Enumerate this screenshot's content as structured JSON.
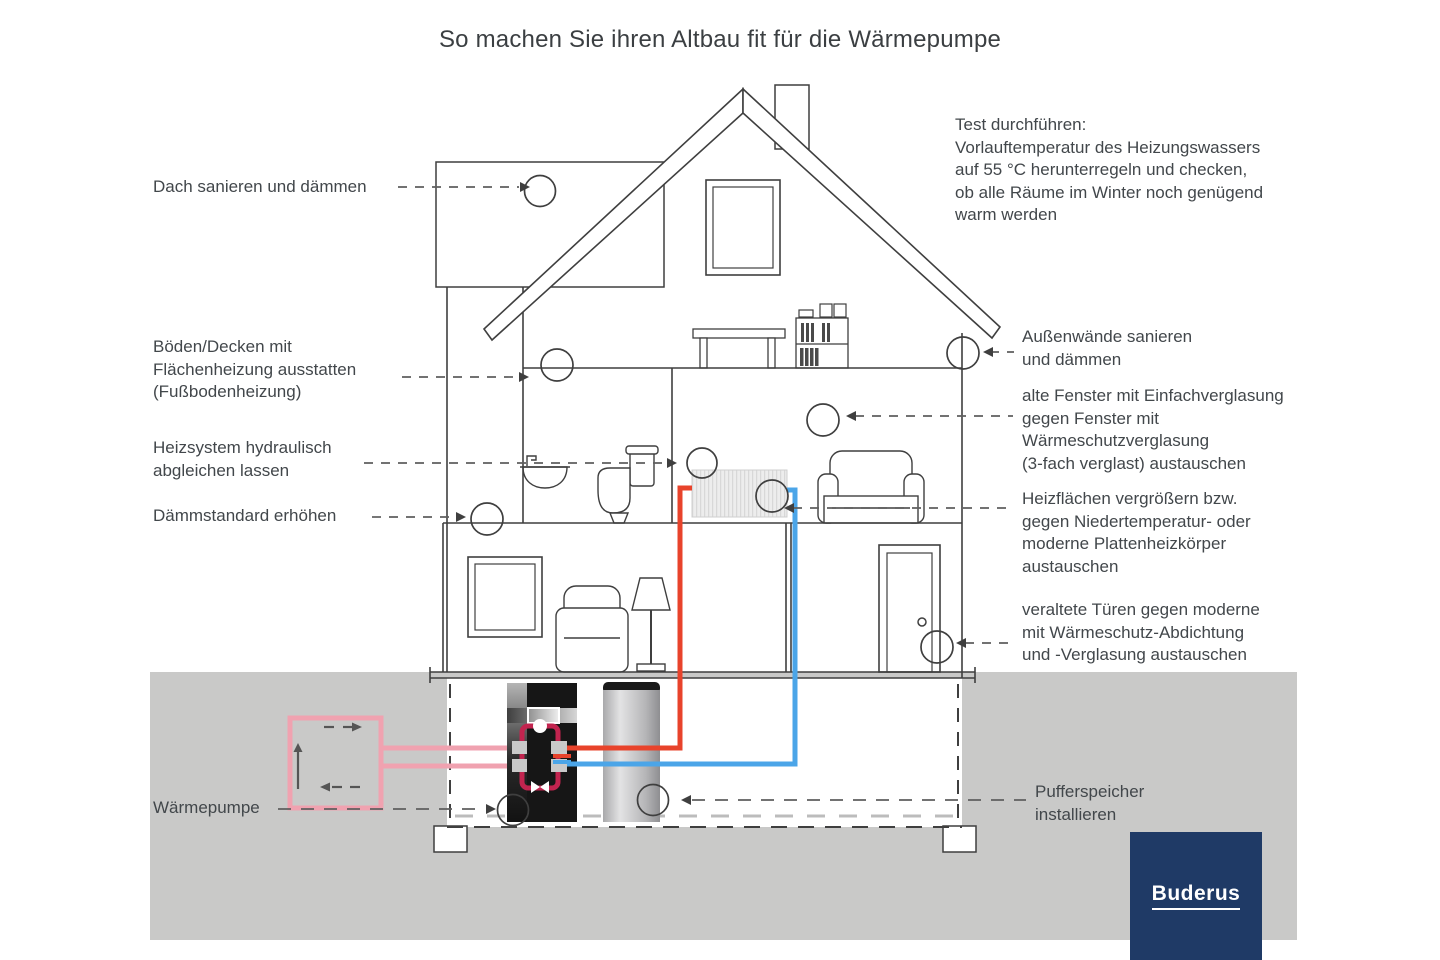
{
  "title": "So machen Sie ihren Altbau fit für die Wärmepumpe",
  "brand": {
    "logo_text": "Buderus",
    "logo_bg": "#1f3a66",
    "logo_text_color": "#ffffff"
  },
  "colors": {
    "outline": "#3f3f3f",
    "ground": "#c9c9c8",
    "leader": "#5f5f5f",
    "pipe_red": "#e8432b",
    "pipe_blue": "#4ba5e8",
    "brine_pink": "#f0a2b0",
    "hp_circuit": "#c2244f",
    "radiator_fill": "#ededed"
  },
  "labels": {
    "left": [
      {
        "id": "dach",
        "lines": [
          "Dach sanieren und dämmen"
        ]
      },
      {
        "id": "boeden",
        "lines": [
          "Böden/Decken mit",
          "Flächenheizung ausstatten",
          "(Fußbodenheizung)"
        ]
      },
      {
        "id": "heizsystem",
        "lines": [
          "Heizsystem hydraulisch",
          "abgleichen lassen"
        ]
      },
      {
        "id": "daemmstandard",
        "lines": [
          "Dämmstandard erhöhen"
        ]
      },
      {
        "id": "waermepumpe",
        "lines": [
          "Wärmepumpe"
        ]
      }
    ],
    "right": [
      {
        "id": "test",
        "lines": [
          "Test durchführen:",
          "Vorlauftemperatur des Heizungswassers",
          "auf 55 °C herunterregeln und checken,",
          "ob alle Räume im Winter noch genügend",
          "warm werden"
        ]
      },
      {
        "id": "aussenwaende",
        "lines": [
          "Außenwände sanieren",
          "und dämmen"
        ]
      },
      {
        "id": "fenster",
        "lines": [
          "alte Fenster mit Einfachverglasung",
          "gegen Fenster mit",
          "Wärmeschutzverglasung",
          "(3-fach verglast) austauschen"
        ]
      },
      {
        "id": "heizflaechen",
        "lines": [
          "Heizflächen vergrößern bzw.",
          "gegen Niedertemperatur- oder",
          "moderne Plattenheizkörper",
          "austauschen"
        ]
      },
      {
        "id": "tueren",
        "lines": [
          "veraltete Türen gegen moderne",
          "mit Wärmeschutz-Abdichtung",
          "und -Verglasung austauschen"
        ]
      },
      {
        "id": "pufferspeicher",
        "lines": [
          "Pufferspeicher",
          "installieren"
        ]
      }
    ]
  }
}
